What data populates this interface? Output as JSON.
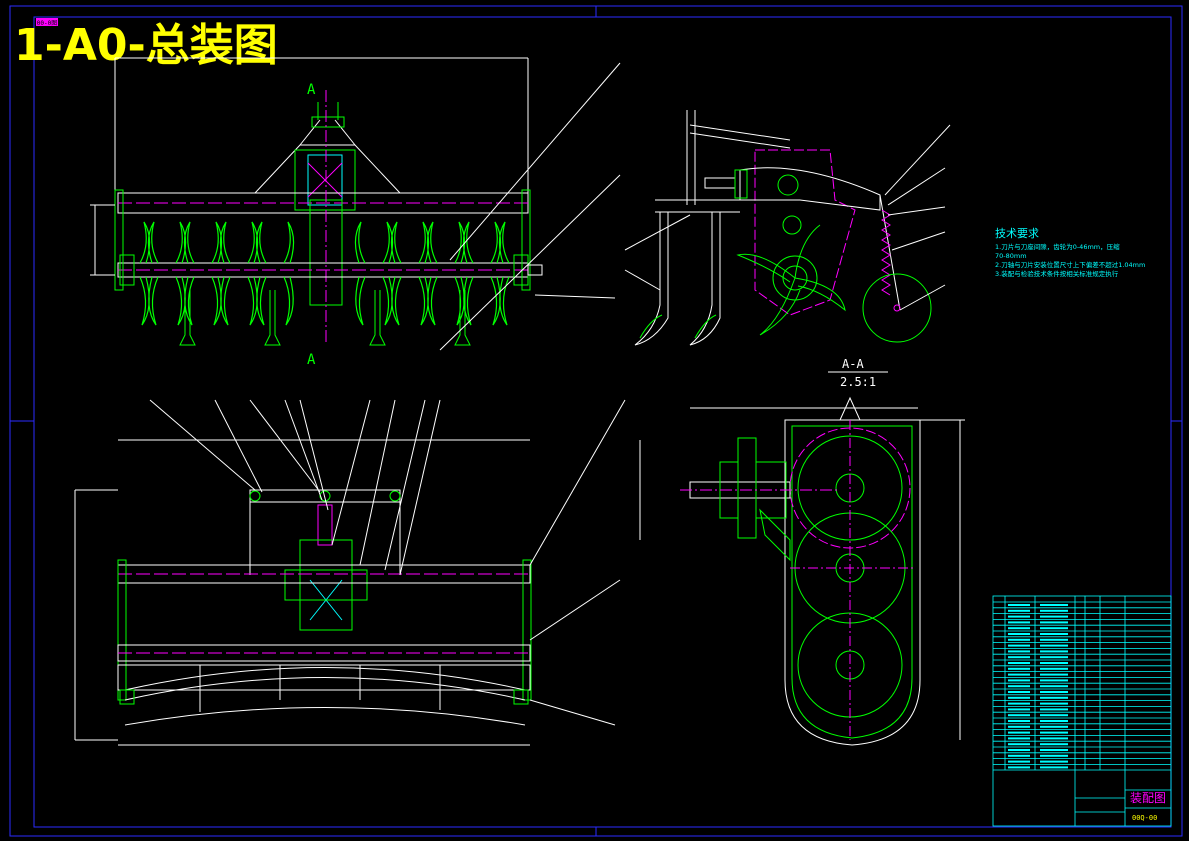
{
  "header": {
    "badge": "00-0图",
    "title": "1-A0-总装图"
  },
  "views": {
    "section_mark_top": "A",
    "section_mark_bottom": "A",
    "section_title": "A-A",
    "section_scale": "2.5:1"
  },
  "tech_requirements": {
    "heading": "技术要求",
    "lines": [
      "1.刀片与刀座间隙，齿轮为0-46mm，压缩",
      "70-80mm",
      "2.刀轴与刀片安装位置尺寸上下偏差不超过1.04mm",
      "3.装配与检验技术条件按相关标准规定执行"
    ]
  },
  "title_block": {
    "drawing_name": "装配图",
    "drawing_code": "00Q-00"
  },
  "colors": {
    "background": "#000000",
    "frame": "#2b2bff",
    "line_green": "#00ff00",
    "line_white": "#ffffff",
    "line_cyan": "#00ffff",
    "line_magenta": "#ff00ff",
    "line_yellow": "#ffff00",
    "title_yellow": "#ffff00",
    "badge_magenta": "#ff00ff"
  }
}
